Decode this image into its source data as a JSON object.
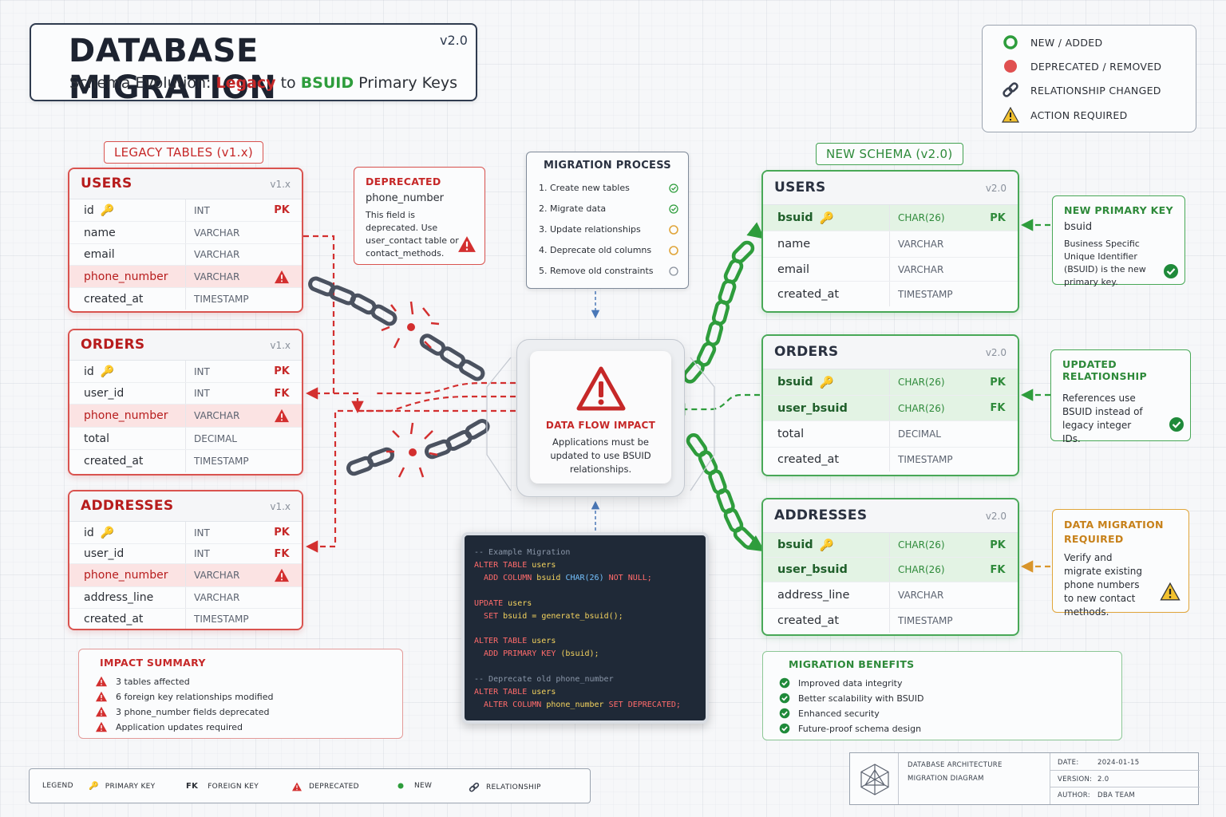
{
  "header": {
    "title": "DATABASE MIGRATION",
    "version": "v2.0",
    "subtitle_prefix": "Schema Evolution: ",
    "subtitle_legacy": "Legacy",
    "subtitle_mid": " to ",
    "subtitle_bsuid": "BSUID",
    "subtitle_suffix": " Primary Keys"
  },
  "status_legend": [
    {
      "icon": "new-circle-icon",
      "label": "NEW / ADDED"
    },
    {
      "icon": "removed-dot-icon",
      "label": "DEPRECATED / REMOVED"
    },
    {
      "icon": "link-icon",
      "label": "RELATIONSHIP CHANGED"
    },
    {
      "icon": "warning-icon",
      "label": "ACTION REQUIRED"
    }
  ],
  "legacy_label": "LEGACY TABLES (v1.x)",
  "new_label": "NEW SCHEMA (v2.0)",
  "legacy_tables": [
    {
      "name": "USERS",
      "version": "v1.x",
      "rows": [
        {
          "name": "id",
          "type": "INT",
          "key": "PK",
          "pk_icon": true,
          "deprecated": false
        },
        {
          "name": "name",
          "type": "VARCHAR",
          "key": "",
          "pk_icon": false,
          "deprecated": false
        },
        {
          "name": "email",
          "type": "VARCHAR",
          "key": "",
          "pk_icon": false,
          "deprecated": false
        },
        {
          "name": "phone_number",
          "type": "VARCHAR",
          "key": "",
          "pk_icon": false,
          "deprecated": true
        },
        {
          "name": "created_at",
          "type": "TIMESTAMP",
          "key": "",
          "pk_icon": false,
          "deprecated": false
        }
      ]
    },
    {
      "name": "ORDERS",
      "version": "v1.x",
      "rows": [
        {
          "name": "id",
          "type": "INT",
          "key": "PK",
          "pk_icon": true,
          "deprecated": false
        },
        {
          "name": "user_id",
          "type": "INT",
          "key": "FK",
          "pk_icon": false,
          "deprecated": false
        },
        {
          "name": "phone_number",
          "type": "VARCHAR",
          "key": "",
          "pk_icon": false,
          "deprecated": true
        },
        {
          "name": "total",
          "type": "DECIMAL",
          "key": "",
          "pk_icon": false,
          "deprecated": false
        },
        {
          "name": "created_at",
          "type": "TIMESTAMP",
          "key": "",
          "pk_icon": false,
          "deprecated": false
        }
      ]
    },
    {
      "name": "ADDRESSES",
      "version": "v1.x",
      "rows": [
        {
          "name": "id",
          "type": "INT",
          "key": "PK",
          "pk_icon": true,
          "deprecated": false
        },
        {
          "name": "user_id",
          "type": "INT",
          "key": "FK",
          "pk_icon": false,
          "deprecated": false
        },
        {
          "name": "phone_number",
          "type": "VARCHAR",
          "key": "",
          "pk_icon": false,
          "deprecated": true
        },
        {
          "name": "address_line",
          "type": "VARCHAR",
          "key": "",
          "pk_icon": false,
          "deprecated": false
        },
        {
          "name": "created_at",
          "type": "TIMESTAMP",
          "key": "",
          "pk_icon": false,
          "deprecated": false
        }
      ]
    }
  ],
  "new_tables": [
    {
      "name": "USERS",
      "version": "v2.0",
      "rows": [
        {
          "name": "bsuid",
          "type": "CHAR(26)",
          "key": "PK",
          "pk_icon": true,
          "is_new": true
        },
        {
          "name": "name",
          "type": "VARCHAR",
          "key": "",
          "pk_icon": false,
          "is_new": false
        },
        {
          "name": "email",
          "type": "VARCHAR",
          "key": "",
          "pk_icon": false,
          "is_new": false
        },
        {
          "name": "created_at",
          "type": "TIMESTAMP",
          "key": "",
          "pk_icon": false,
          "is_new": false
        }
      ]
    },
    {
      "name": "ORDERS",
      "version": "v2.0",
      "rows": [
        {
          "name": "bsuid",
          "type": "CHAR(26)",
          "key": "PK",
          "pk_icon": true,
          "is_new": true
        },
        {
          "name": "user_bsuid",
          "type": "CHAR(26)",
          "key": "FK",
          "pk_icon": false,
          "is_new": true
        },
        {
          "name": "total",
          "type": "DECIMAL",
          "key": "",
          "pk_icon": false,
          "is_new": false
        },
        {
          "name": "created_at",
          "type": "TIMESTAMP",
          "key": "",
          "pk_icon": false,
          "is_new": false
        }
      ]
    },
    {
      "name": "ADDRESSES",
      "version": "v2.0",
      "rows": [
        {
          "name": "bsuid",
          "type": "CHAR(26)",
          "key": "PK",
          "pk_icon": true,
          "is_new": true
        },
        {
          "name": "user_bsuid",
          "type": "CHAR(26)",
          "key": "FK",
          "pk_icon": false,
          "is_new": true
        },
        {
          "name": "address_line",
          "type": "VARCHAR",
          "key": "",
          "pk_icon": false,
          "is_new": false
        },
        {
          "name": "created_at",
          "type": "TIMESTAMP",
          "key": "",
          "pk_icon": false,
          "is_new": false
        }
      ]
    }
  ],
  "deprecated_callout": {
    "title": "DEPRECATED",
    "field": "phone_number",
    "body": "This field is deprecated. Use user_contact table or contact_methods."
  },
  "process": {
    "title": "MIGRATION PROCESS",
    "steps": [
      {
        "label": "1.  Create new tables",
        "status": "done"
      },
      {
        "label": "2.  Migrate data",
        "status": "done"
      },
      {
        "label": "3.  Update relationships",
        "status": "pending"
      },
      {
        "label": "4.  Deprecate old columns",
        "status": "pending"
      },
      {
        "label": "5.  Remove old constraints",
        "status": "todo"
      }
    ]
  },
  "impact": {
    "title": "DATA FLOW IMPACT",
    "body": "Applications must be updated to use BSUID relationships."
  },
  "new_pk_callout": {
    "title": "NEW PRIMARY KEY",
    "field": "bsuid",
    "body": "Business Specific Unique Identifier (BSUID) is the new primary key."
  },
  "relationship_callout": {
    "title": "UPDATED RELATIONSHIP",
    "body": "References use BSUID instead of legacy integer IDs."
  },
  "data_migration_callout": {
    "title_line1": "DATA MIGRATION",
    "title_line2": "REQUIRED",
    "body": "Verify and migrate existing phone numbers to new contact methods."
  },
  "code": {
    "comment1": "-- Example Migration",
    "alter1": "ALTER TABLE",
    "users1": "users",
    "add_column": "ADD COLUMN",
    "bsuid1": "bsuid",
    "char26": "CHAR(26)",
    "not_null": "NOT NULL;",
    "update": "UPDATE",
    "users2": "users",
    "set": "SET",
    "bsuid2": "bsuid =",
    "gen_fn": "generate_bsuid();",
    "alter2": "ALTER TABLE",
    "users3": "users",
    "add_pk": "ADD PRIMARY KEY",
    "bsuid_paren": "(bsuid);",
    "comment2": "-- Deprecate old phone_number",
    "alter3": "ALTER TABLE",
    "users4": "users",
    "alter_col": "ALTER COLUMN",
    "phone_col": "phone_number",
    "set_dep": "SET DEPRECATED;"
  },
  "summary": {
    "title": "IMPACT SUMMARY",
    "items": [
      "3 tables affected",
      "6 foreign key relationships modified",
      "3 phone_number fields deprecated",
      "Application updates required"
    ]
  },
  "benefits": {
    "title": "MIGRATION BENEFITS",
    "items": [
      "Improved data integrity",
      "Better scalability with BSUID",
      "Enhanced security",
      "Future-proof schema design"
    ]
  },
  "bottom_legend": {
    "legend": "LEGEND",
    "pk": "PRIMARY KEY",
    "fk_abbr": "FK",
    "fk": "FOREIGN KEY",
    "deprecated": "DEPRECATED",
    "new": "NEW",
    "relationship": "RELATIONSHIP"
  },
  "title_block": {
    "line1": "DATABASE ARCHITECTURE",
    "line2": "MIGRATION DIAGRAM",
    "date_label": "DATE:",
    "date": "2024-01-15",
    "version_label": "VERSION:",
    "version": "2.0",
    "author_label": "AUTHOR:",
    "author": "DBA TEAM"
  },
  "colors": {
    "legacy_red": "#d9534f",
    "new_green": "#48a857",
    "warning_amber": "#e0a53a",
    "code_bg": "#1f2937"
  }
}
